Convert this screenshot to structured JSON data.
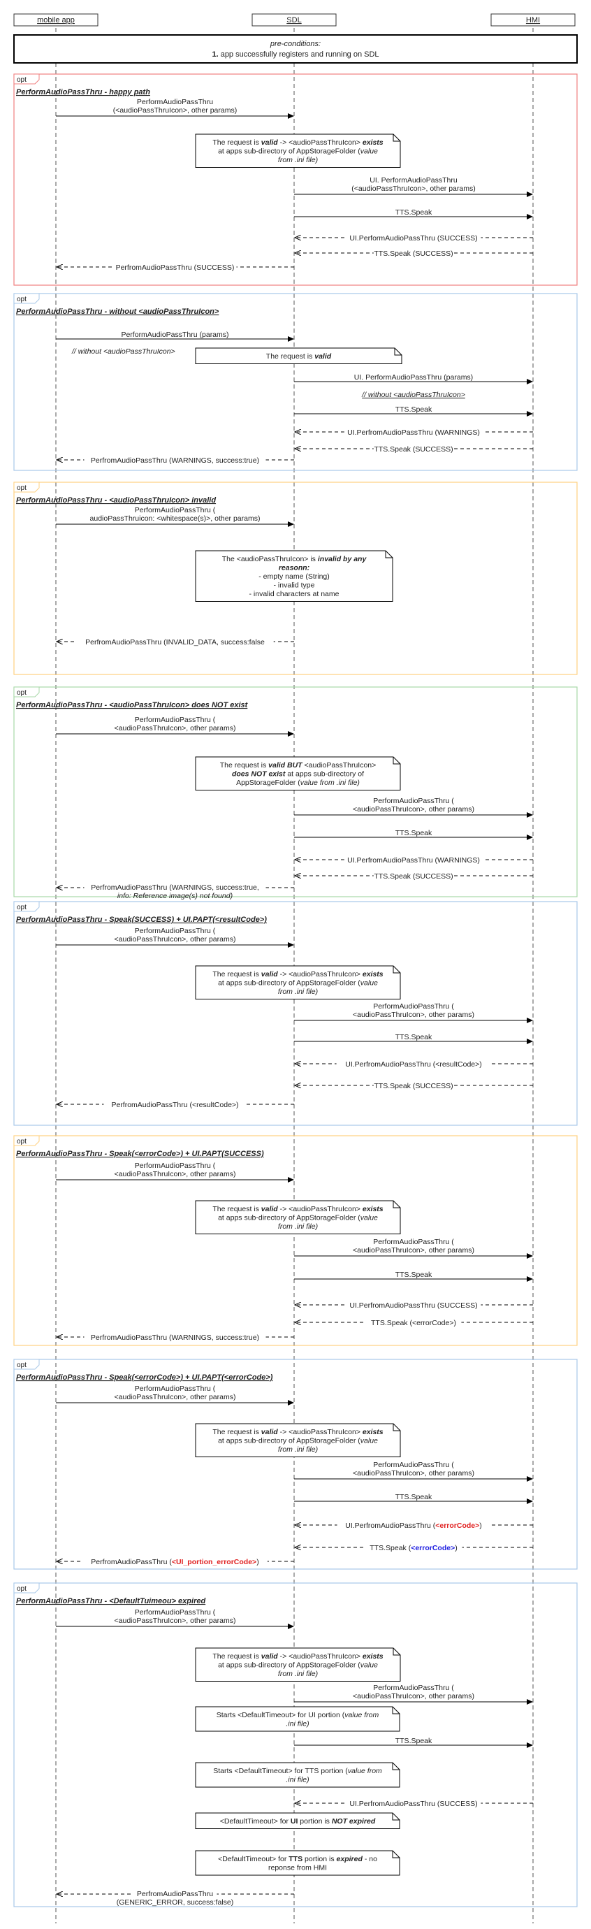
{
  "participants": {
    "mobile": "mobile app",
    "sdl": "SDL",
    "hmi": "HMI"
  },
  "precondition": {
    "title": "pre-conditions:",
    "item_number": "1.",
    "item_text": " app successfully registers and running on SDL"
  },
  "opt_label": "opt",
  "colors": {
    "red_frame": "#f08080",
    "blue_frame": "#a8c8e8",
    "orange_frame": "#ffd080",
    "green_frame": "#a8d8a8",
    "red_text": "#e02020",
    "blue_text": "#2020e0"
  },
  "sections": [
    {
      "title": "PerformAudioPassThru - happy path",
      "color": "#f08080",
      "events": [
        {
          "type": "msg",
          "from": "mobile",
          "to": "sdl",
          "lines": [
            "PerformAudioPassThru",
            "(<audioPassThruIcon>, other params)"
          ]
        },
        {
          "type": "note",
          "lines": [
            [
              [
                "The request is ",
                ""
              ],
              [
                "valid",
                "bi"
              ],
              [
                " -> <audioPassThruIcon> ",
                ""
              ],
              [
                "exists",
                "bi"
              ]
            ],
            [
              [
                "at apps sub-directory of AppStorageFolder (",
                ""
              ],
              [
                "value",
                "i"
              ]
            ],
            [
              [
                "from .ini file)",
                "i"
              ]
            ]
          ]
        },
        {
          "type": "msg",
          "from": "sdl",
          "to": "hmi",
          "lines": [
            "UI. PerformAudioPassThru",
            "(<audioPassThruIcon>, other params)"
          ]
        },
        {
          "type": "msg",
          "from": "sdl",
          "to": "hmi",
          "lines": [
            "TTS.Speak"
          ]
        },
        {
          "type": "ret",
          "from": "hmi",
          "to": "sdl",
          "lines": [
            "UI.PerformAudioPassThru (SUCCESS)"
          ]
        },
        {
          "type": "ret",
          "from": "hmi",
          "to": "sdl",
          "lines": [
            "TTS.Speak (SUCCESS)"
          ]
        },
        {
          "type": "ret",
          "from": "sdl",
          "to": "mobile",
          "lines": [
            "PerfromAudioPassThru (SUCCESS)"
          ]
        }
      ]
    },
    {
      "title": "PerformAudioPassThru - without <audioPassThruIcon>",
      "color": "#a8c8e8",
      "events": [
        {
          "type": "msg",
          "from": "mobile",
          "to": "sdl",
          "lines": [
            "PerformAudioPassThru (params)"
          ]
        },
        {
          "type": "note_with_comment",
          "comment": "// without <audioPassThruIcon>",
          "lines": [
            [
              [
                "The request is ",
                ""
              ],
              [
                "valid",
                "bi"
              ]
            ]
          ]
        },
        {
          "type": "msg",
          "from": "sdl",
          "to": "hmi",
          "lines": [
            "UI. PerformAudioPassThru (params)"
          ],
          "comment": "// without <audioPassThruIcon>"
        },
        {
          "type": "msg",
          "from": "sdl",
          "to": "hmi",
          "lines": [
            "TTS.Speak"
          ]
        },
        {
          "type": "ret",
          "from": "hmi",
          "to": "sdl",
          "lines": [
            "UI.PerfromAudioPassThru (WARNINGS)"
          ]
        },
        {
          "type": "ret",
          "from": "hmi",
          "to": "sdl",
          "lines": [
            "TTS.Speak (SUCCESS)"
          ]
        },
        {
          "type": "ret",
          "from": "sdl",
          "to": "mobile",
          "lines": [
            "PerfromAudioPassThru (WARNINGS, success:true)"
          ]
        }
      ]
    },
    {
      "title": "PerformAudioPassThru - <audioPassThruIcon> invalid",
      "color": "#ffd080",
      "events": [
        {
          "type": "msg",
          "from": "mobile",
          "to": "sdl",
          "lines": [
            "PerformAudioPassThru (",
            "audioPassThruicon: <whitespace(s)>, other params)"
          ]
        },
        {
          "type": "note_big",
          "lines": [
            [
              [
                "The <audioPassThruIcon> is ",
                ""
              ],
              [
                "invalid by any",
                "bi"
              ]
            ],
            [
              [
                "reasonn:",
                "bi"
              ]
            ],
            [
              [
                "- empty name (String)",
                ""
              ]
            ],
            [
              [
                "- invalid type",
                ""
              ]
            ],
            [
              [
                "- invalid characters at name",
                ""
              ]
            ]
          ]
        },
        {
          "type": "ret",
          "from": "sdl",
          "to": "mobile",
          "lines": [
            "PerfromAudioPassThru (INVALID_DATA, success:false"
          ]
        }
      ]
    },
    {
      "title": "PerformAudioPassThru - <audioPassThruIcon> does NOT exist",
      "color": "#a8d8a8",
      "events": [
        {
          "type": "msg",
          "from": "mobile",
          "to": "sdl",
          "lines": [
            "PerformAudioPassThru (",
            "<audioPassThruIcon>, other params)"
          ]
        },
        {
          "type": "note",
          "lines": [
            [
              [
                "The request is ",
                ""
              ],
              [
                "valid  BUT",
                "bi"
              ],
              [
                " <audioPassThruIcon>",
                ""
              ]
            ],
            [
              [
                "does NOT exist",
                "bi"
              ],
              [
                " at apps sub-directory of",
                ""
              ]
            ],
            [
              [
                "AppStorageFolder (",
                ""
              ],
              [
                "value from .ini file)",
                "i"
              ]
            ]
          ]
        },
        {
          "type": "msg",
          "from": "sdl",
          "to": "hmi",
          "lines": [
            "PerformAudioPassThru (",
            "<audioPassThruIcon>, other params)"
          ]
        },
        {
          "type": "msg",
          "from": "sdl",
          "to": "hmi",
          "lines": [
            "TTS.Speak"
          ]
        },
        {
          "type": "ret",
          "from": "hmi",
          "to": "sdl",
          "lines": [
            "UI.PerfromAudioPassThru (WARNINGS)"
          ]
        },
        {
          "type": "ret",
          "from": "hmi",
          "to": "sdl",
          "lines": [
            "TTS.Speak (SUCCESS)"
          ]
        },
        {
          "type": "ret",
          "from": "sdl",
          "to": "mobile",
          "lines": [
            "PerfromAudioPassThru (WARNINGS, success:true,",
            "info: Reference image(s) not found)"
          ],
          "italic_second": true
        }
      ]
    },
    {
      "title": "PerformAudioPassThru - Speak(SUCCESS) + UI.PAPT(<resultCode>)",
      "color": "#a8c8e8",
      "events": [
        {
          "type": "msg",
          "from": "mobile",
          "to": "sdl",
          "lines": [
            "PerformAudioPassThru (",
            "<audioPassThruIcon>, other params)"
          ]
        },
        {
          "type": "note",
          "lines": [
            [
              [
                "The request is ",
                ""
              ],
              [
                "valid",
                "bi"
              ],
              [
                " -> <audioPassThruIcon> ",
                ""
              ],
              [
                "exists",
                "bi"
              ]
            ],
            [
              [
                "at apps sub-directory of AppStorageFolder (",
                ""
              ],
              [
                "value",
                "i"
              ]
            ],
            [
              [
                "from .ini file)",
                "i"
              ]
            ]
          ]
        },
        {
          "type": "msg",
          "from": "sdl",
          "to": "hmi",
          "lines": [
            "PerformAudioPassThru (",
            "<audioPassThruIcon>, other params)"
          ]
        },
        {
          "type": "msg",
          "from": "sdl",
          "to": "hmi",
          "lines": [
            "TTS.Speak"
          ]
        },
        {
          "type": "ret",
          "from": "hmi",
          "to": "sdl",
          "lines": [
            "UI.PerfromAudioPassThru (<resultCode>)"
          ]
        },
        {
          "type": "ret",
          "from": "hmi",
          "to": "sdl",
          "lines": [
            "TTS.Speak (SUCCESS)"
          ]
        },
        {
          "type": "ret",
          "from": "sdl",
          "to": "mobile",
          "lines": [
            "PerfromAudioPassThru (<resultCode>)"
          ]
        }
      ]
    },
    {
      "title": "PerformAudioPassThru - Speak(<errorCode>) + UI.PAPT(SUCCESS)",
      "color": "#ffd080",
      "events": [
        {
          "type": "msg",
          "from": "mobile",
          "to": "sdl",
          "lines": [
            "PerformAudioPassThru (",
            "<audioPassThruIcon>, other params)"
          ]
        },
        {
          "type": "note",
          "lines": [
            [
              [
                "The request is ",
                ""
              ],
              [
                "valid",
                "bi"
              ],
              [
                " -> <audioPassThruIcon> ",
                ""
              ],
              [
                "exists",
                "bi"
              ]
            ],
            [
              [
                "at apps sub-directory of AppStorageFolder (",
                ""
              ],
              [
                "value",
                "i"
              ]
            ],
            [
              [
                "from .ini file)",
                "i"
              ]
            ]
          ]
        },
        {
          "type": "msg",
          "from": "sdl",
          "to": "hmi",
          "lines": [
            "PerformAudioPassThru (",
            "<audioPassThruIcon>, other params)"
          ]
        },
        {
          "type": "msg",
          "from": "sdl",
          "to": "hmi",
          "lines": [
            "TTS.Speak"
          ]
        },
        {
          "type": "ret",
          "from": "hmi",
          "to": "sdl",
          "lines": [
            "UI.PerfromAudioPassThru (SUCCESS)"
          ]
        },
        {
          "type": "ret",
          "from": "hmi",
          "to": "sdl",
          "lines": [
            "TTS.Speak (<errorCode>)"
          ]
        },
        {
          "type": "ret",
          "from": "sdl",
          "to": "mobile",
          "lines": [
            "PerfromAudioPassThru (WARNINGS, success:true)"
          ]
        }
      ]
    },
    {
      "title": "PerformAudioPassThru - Speak(<errorCode>) + UI.PAPT(<errorCode>)",
      "color": "#a8c8e8",
      "events": [
        {
          "type": "msg",
          "from": "mobile",
          "to": "sdl",
          "lines": [
            "PerformAudioPassThru (",
            "<audioPassThruIcon>, other params)"
          ]
        },
        {
          "type": "note",
          "lines": [
            [
              [
                "The request is ",
                ""
              ],
              [
                "valid",
                "bi"
              ],
              [
                " -> <audioPassThruIcon> ",
                ""
              ],
              [
                "exists",
                "bi"
              ]
            ],
            [
              [
                "at apps sub-directory of AppStorageFolder (",
                ""
              ],
              [
                "value",
                "i"
              ]
            ],
            [
              [
                "from .ini file)",
                "i"
              ]
            ]
          ]
        },
        {
          "type": "msg",
          "from": "sdl",
          "to": "hmi",
          "lines": [
            "PerformAudioPassThru (",
            "<audioPassThruIcon>, other params)"
          ]
        },
        {
          "type": "msg",
          "from": "sdl",
          "to": "hmi",
          "lines": [
            "TTS.Speak"
          ]
        },
        {
          "type": "ret_colored",
          "from": "hmi",
          "to": "sdl",
          "pre": "UI.PerfromAudioPassThru (",
          "colored": "<errorCode>",
          "post": ")",
          "color": "#e02020"
        },
        {
          "type": "ret_colored",
          "from": "hmi",
          "to": "sdl",
          "pre": "TTS.Speak (",
          "colored": "<errorCode>",
          "post": ")",
          "color": "#2020e0"
        },
        {
          "type": "ret_colored",
          "from": "sdl",
          "to": "mobile",
          "pre": "PerfromAudioPassThru (",
          "colored": "<UI_portion_errorCode>",
          "post": ")",
          "color": "#e02020"
        }
      ]
    },
    {
      "title": "PerformAudioPassThru - <DefaultTuimeou> expired",
      "color": "#a8c8e8",
      "events": [
        {
          "type": "msg",
          "from": "mobile",
          "to": "sdl",
          "lines": [
            "PerformAudioPassThru (",
            "<audioPassThruIcon>, other params)"
          ]
        },
        {
          "type": "note",
          "lines": [
            [
              [
                "The request is ",
                ""
              ],
              [
                "valid",
                "bi"
              ],
              [
                " -> <audioPassThruIcon> ",
                ""
              ],
              [
                "exists",
                "bi"
              ]
            ],
            [
              [
                "at apps sub-directory of AppStorageFolder (",
                ""
              ],
              [
                "value",
                "i"
              ]
            ],
            [
              [
                "from .ini file)",
                "i"
              ]
            ]
          ]
        },
        {
          "type": "msg",
          "from": "sdl",
          "to": "hmi",
          "lines": [
            "PerformAudioPassThru (",
            "<audioPassThruIcon>, other params)"
          ]
        },
        {
          "type": "note_small",
          "lines": [
            [
              [
                "Starts <DefaultTimeout> for UI portion (",
                ""
              ],
              [
                "value from",
                "i"
              ]
            ],
            [
              [
                ".ini file)",
                "i"
              ]
            ]
          ]
        },
        {
          "type": "msg",
          "from": "sdl",
          "to": "hmi",
          "lines": [
            "TTS.Speak"
          ]
        },
        {
          "type": "note_small",
          "lines": [
            [
              [
                "Starts <DefaultTimeout> for TTS portion (",
                ""
              ],
              [
                "value from",
                "i"
              ]
            ],
            [
              [
                ".ini file)",
                "i"
              ]
            ]
          ]
        },
        {
          "type": "ret",
          "from": "hmi",
          "to": "sdl",
          "lines": [
            "UI.PerfromAudioPassThru (SUCCESS)"
          ]
        },
        {
          "type": "note_single",
          "lines": [
            [
              [
                "<DefaultTimeout> for ",
                ""
              ],
              [
                "UI",
                "b"
              ],
              [
                " portion is ",
                ""
              ],
              [
                "NOT expired",
                "bi"
              ]
            ]
          ]
        },
        {
          "type": "note_small",
          "lines": [
            [
              [
                "<DefaultTimeout> for ",
                ""
              ],
              [
                "TTS",
                "b"
              ],
              [
                " portion is ",
                ""
              ],
              [
                "expired",
                "bi"
              ],
              [
                " - no",
                ""
              ]
            ],
            [
              [
                "reponse from HMI",
                ""
              ]
            ]
          ]
        },
        {
          "type": "ret",
          "from": "sdl",
          "to": "mobile",
          "lines": [
            "PerfromAudioPassThru",
            "(GENERIC_ERROR, success:false)"
          ]
        }
      ]
    }
  ]
}
